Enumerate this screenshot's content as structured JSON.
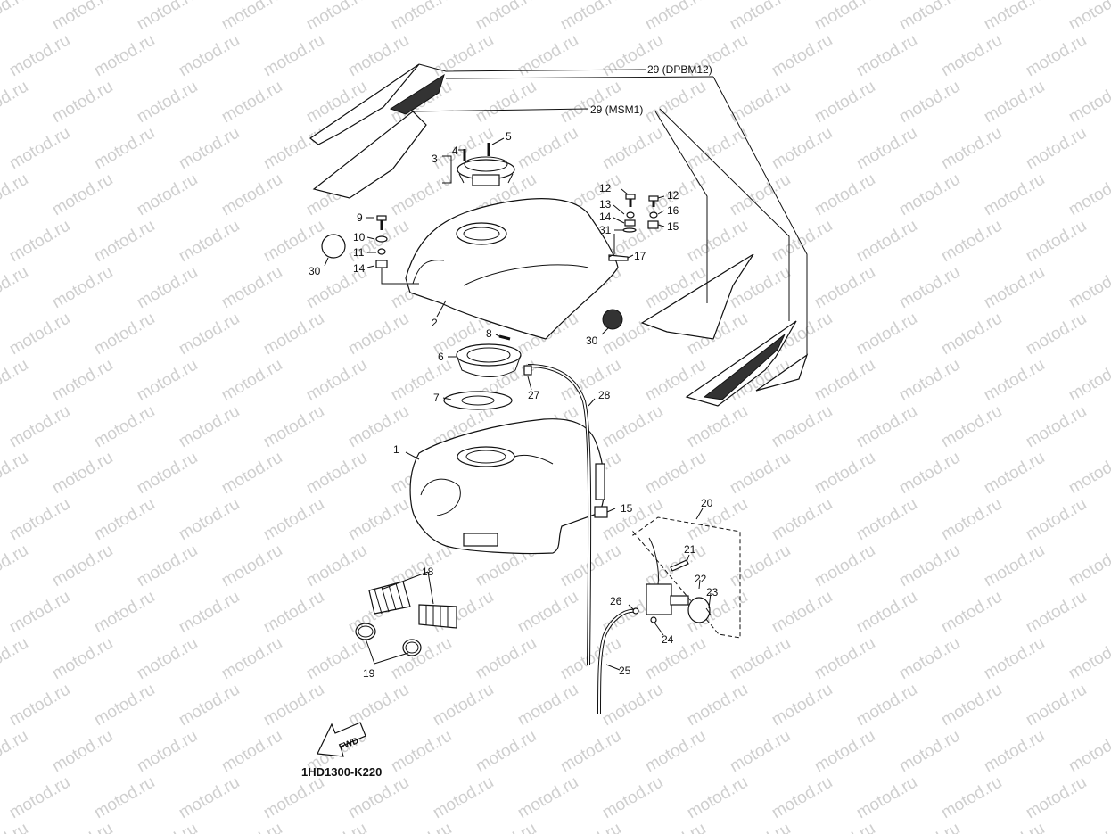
{
  "watermark_text": "motod.ru",
  "diagram_code": "1HD1300-K220",
  "fwd_label": "FWD",
  "callouts": {
    "c1": "1",
    "c2": "2",
    "c3": "3",
    "c4": "4",
    "c5": "5",
    "c6": "6",
    "c7": "7",
    "c8": "8",
    "c9": "9",
    "c10": "10",
    "c11": "11",
    "c12a": "12",
    "c12b": "12",
    "c13": "13",
    "c14a": "14",
    "c14b": "14",
    "c15a": "15",
    "c15b": "15",
    "c16": "16",
    "c17": "17",
    "c18": "18",
    "c19": "19",
    "c20": "20",
    "c21": "21",
    "c22": "22",
    "c23": "23",
    "c24": "24",
    "c25": "25",
    "c26": "26",
    "c27": "27",
    "c28": "28",
    "c29a": "29 (DPBM12)",
    "c29b": "29 (MSM1)",
    "c30a": "30",
    "c30b": "30",
    "c31": "31"
  }
}
